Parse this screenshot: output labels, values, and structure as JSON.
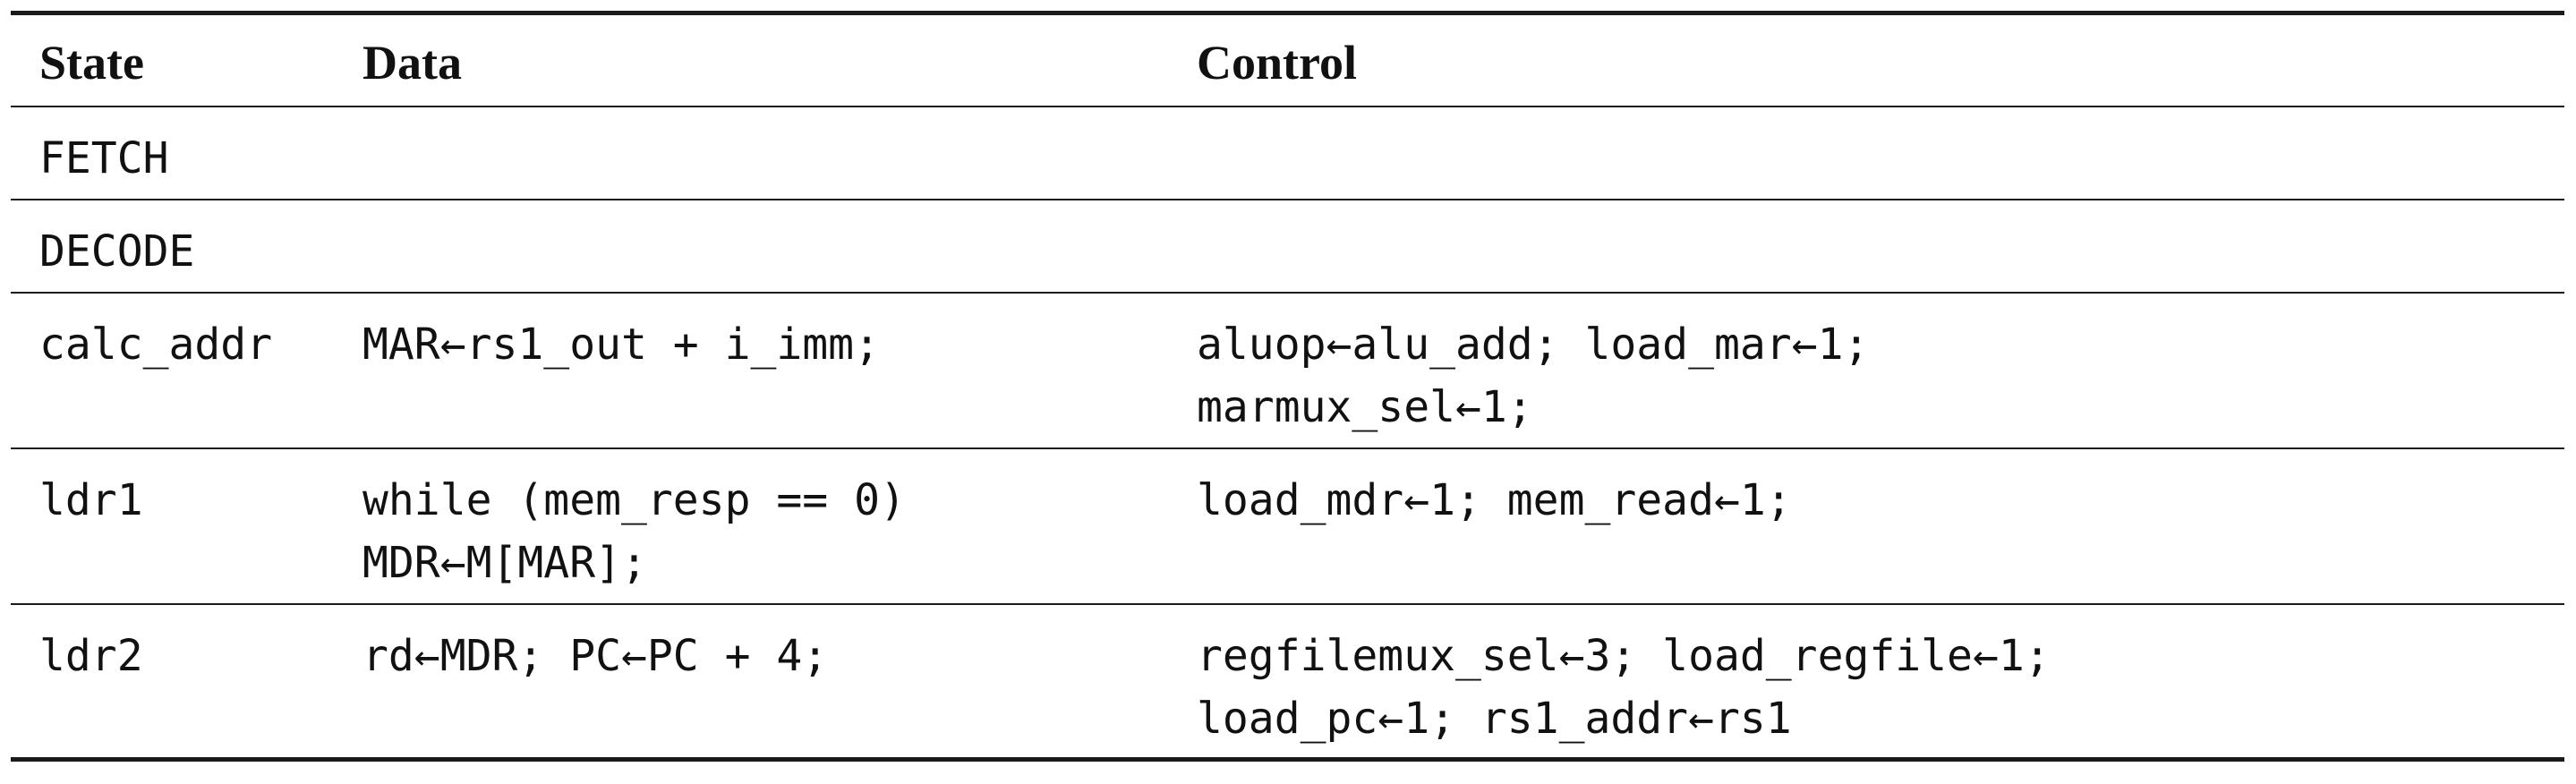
{
  "table": {
    "headers": {
      "state": "State",
      "data": "Data",
      "control": "Control"
    },
    "rows": [
      {
        "state": "FETCH",
        "data": [
          "",
          ""
        ],
        "control": [
          "",
          ""
        ]
      },
      {
        "state": "DECODE",
        "data": [
          "",
          ""
        ],
        "control": [
          "",
          ""
        ]
      },
      {
        "state": "calc_addr",
        "data": [
          "MAR←rs1_out + i_imm;",
          ""
        ],
        "control": [
          "aluop←alu_add; load_mar←1;",
          "marmux_sel←1;"
        ]
      },
      {
        "state": "ldr1",
        "data": [
          "while (mem_resp == 0)",
          "MDR←M[MAR];"
        ],
        "control": [
          "load_mdr←1; mem_read←1;",
          ""
        ]
      },
      {
        "state": "ldr2",
        "data": [
          "rd←MDR; PC←PC + 4;",
          ""
        ],
        "control": [
          "regfilemux_sel←3; load_regfile←1;",
          "load_pc←1; rs1_addr←rs1"
        ]
      }
    ]
  }
}
